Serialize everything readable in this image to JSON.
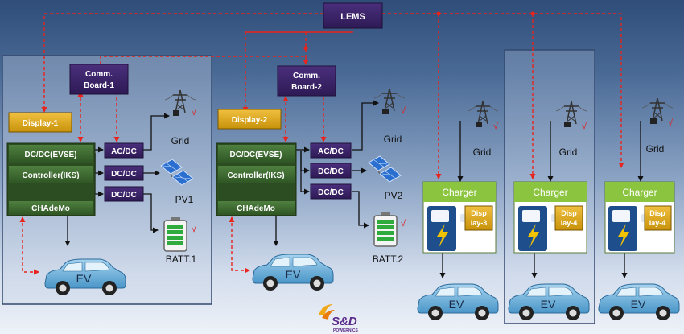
{
  "lems": "LEMS",
  "stations": [
    {
      "comm": [
        "Comm.",
        "Board-1"
      ],
      "display": "Display-1",
      "evse": "DC/DC(EVSE)",
      "controller": "Controller(IKS)",
      "chademo": "CHAdeMo",
      "acdc": "AC/DC",
      "dcdc_pv": "DC/DC",
      "dcdc_batt": "DC/DC",
      "grid": "Grid",
      "pv": "PV1",
      "batt": "BATT.1",
      "ev": "EV"
    },
    {
      "comm": [
        "Comm.",
        "Board-2"
      ],
      "display": "Display-2",
      "evse": "DC/DC(EVSE)",
      "controller": "Controller(IKS)",
      "chademo": "CHAdeMo",
      "acdc": "AC/DC",
      "dcdc_pv": "DC/DC",
      "dcdc_batt": "DC/DC",
      "grid": "Grid",
      "pv": "PV2",
      "batt": "BATT.2",
      "ev": "EV"
    }
  ],
  "chargers": [
    {
      "label": "Charger",
      "display": [
        "Disp",
        "lay-3"
      ],
      "grid": "Grid",
      "ev": "EV"
    },
    {
      "label": "Charger",
      "display": [
        "Disp",
        "lay-4"
      ],
      "grid": "Grid",
      "ev": "EV"
    },
    {
      "label": "Charger",
      "display": [
        "Disp",
        "lay-4"
      ],
      "grid": "Grid",
      "ev": "EV"
    }
  ],
  "check_mark": "√",
  "logo": {
    "text": "S&D",
    "subtext": "POWERNICS"
  },
  "colors": {
    "purple_box": "#3b2466",
    "green_box": "#3d6a30",
    "yellow_box": "#d8a516",
    "charger_green": "#8bc53f",
    "dashed_link": "#e8241c",
    "check": "#e02020"
  }
}
